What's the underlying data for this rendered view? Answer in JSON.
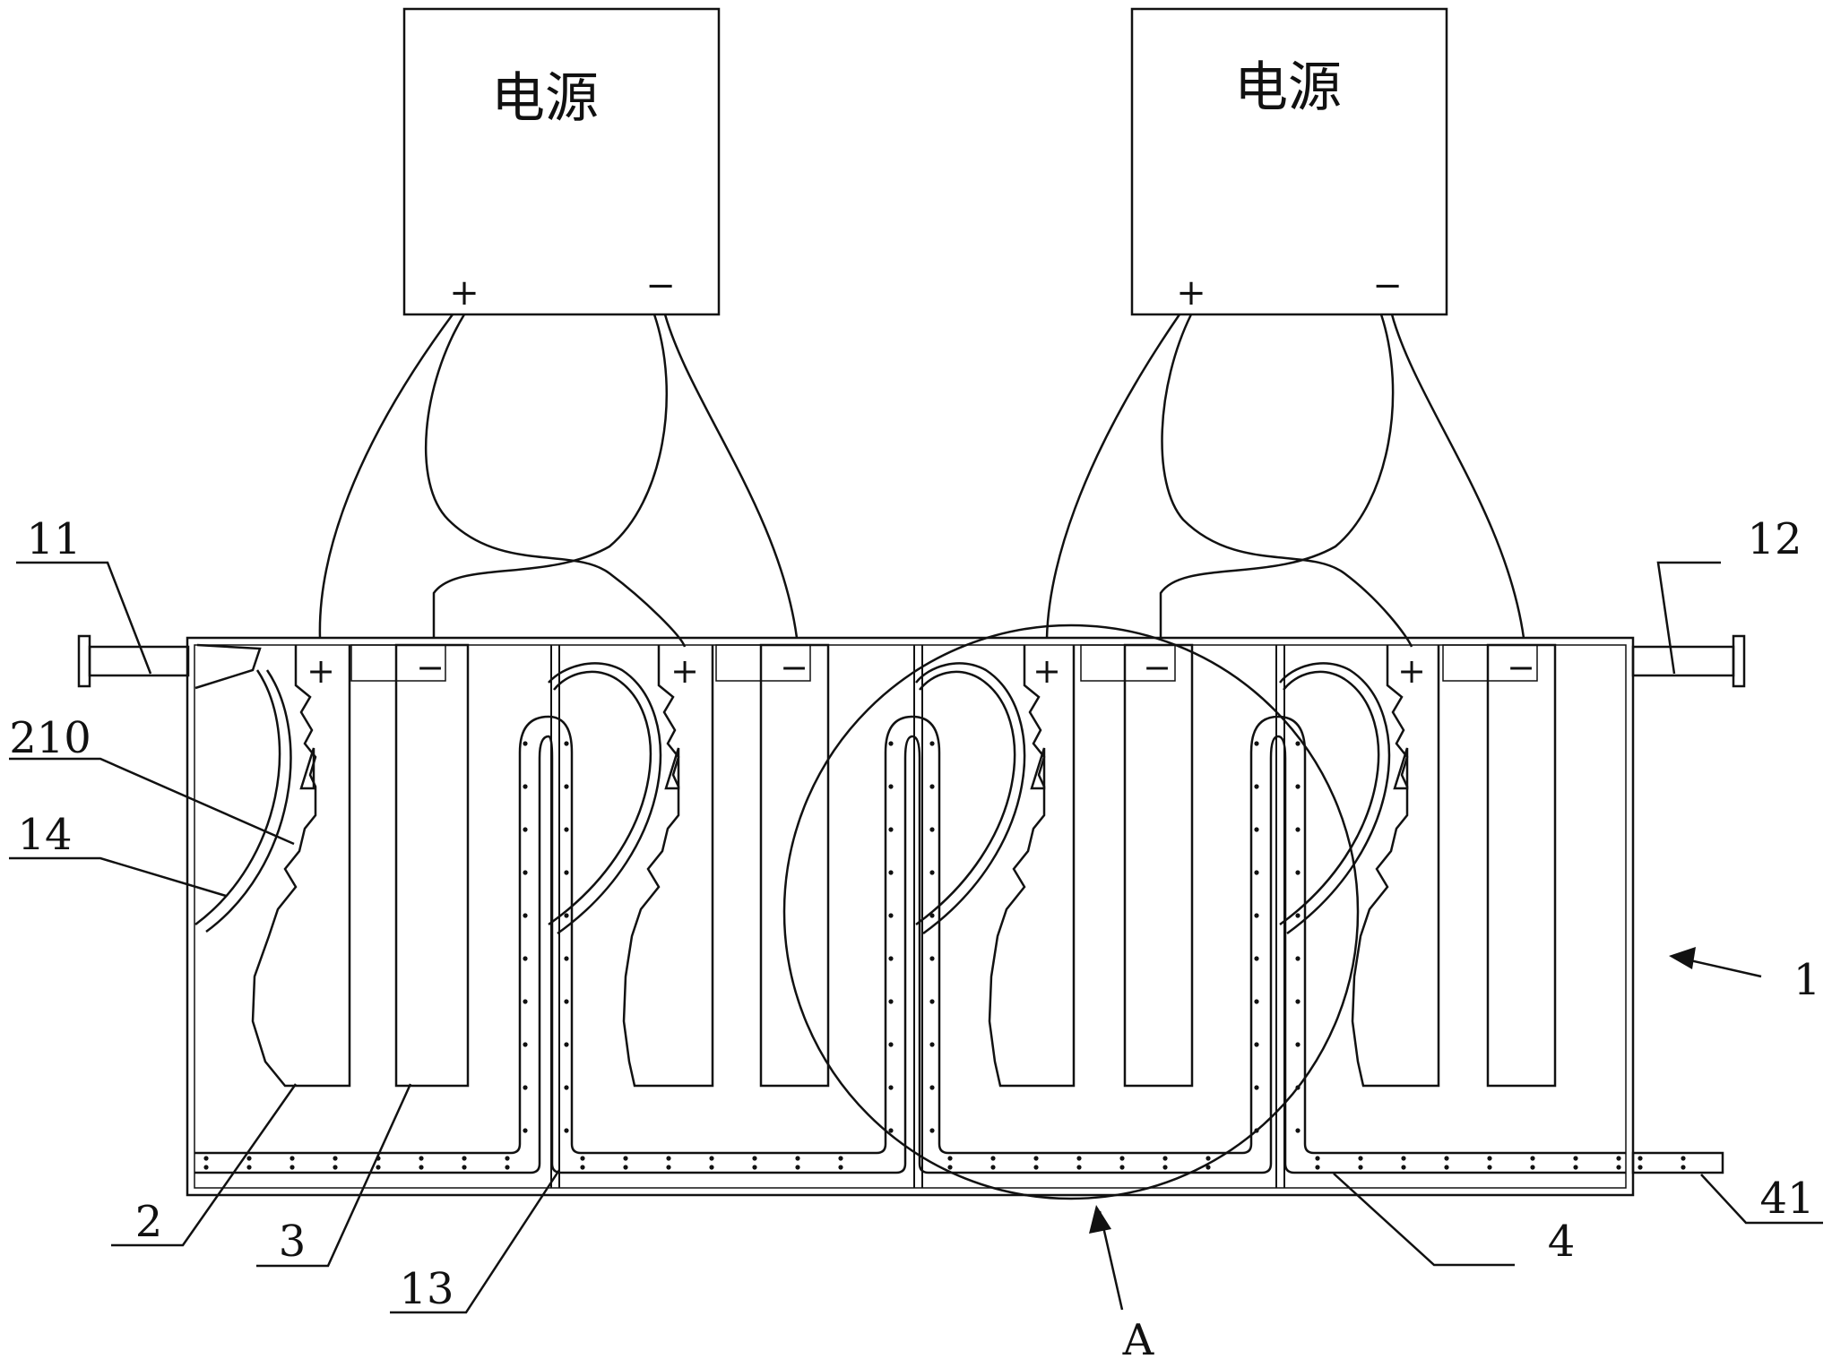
{
  "power_supplies": [
    {
      "label": "电源",
      "plus": "+",
      "minus": "−"
    },
    {
      "label": "电源",
      "plus": "+",
      "minus": "−"
    }
  ],
  "electrode_marks": [
    "+",
    "−",
    "+",
    "−",
    "+",
    "−",
    "+",
    "−"
  ],
  "callouts": [
    "11",
    "12",
    "210",
    "14",
    "1",
    "2",
    "3",
    "13",
    "A",
    "4",
    "41"
  ],
  "colors": {
    "line": "#111111",
    "background": "#ffffff"
  }
}
